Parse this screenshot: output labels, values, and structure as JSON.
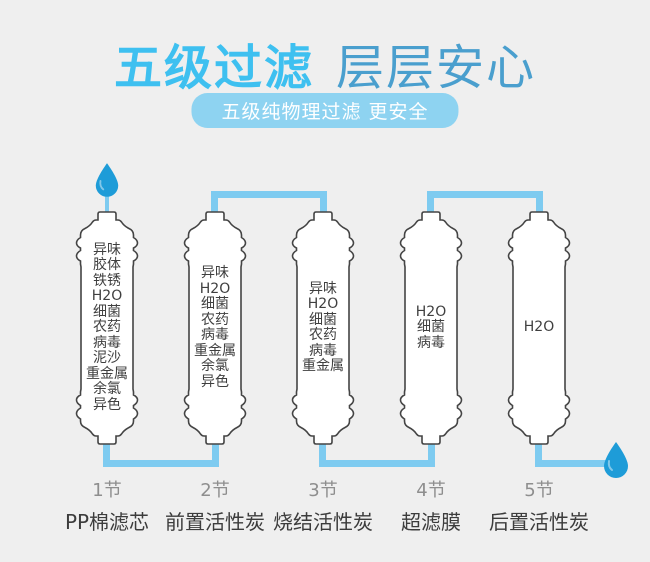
{
  "header": {
    "title_primary": "五级过滤",
    "title_secondary": "层层安心",
    "banner": "五级纯物理过滤 更安全"
  },
  "flow": {
    "inlet_icon": "water-drop-icon",
    "outlet_icon": "water-drop-icon",
    "direction": "inlet top-left, serpentine through 5 cartridges, outlet bottom-right"
  },
  "filters": [
    {
      "stage": "1节",
      "name": "PP棉滤芯",
      "removes": [
        "异味",
        "胶体",
        "铁锈",
        "H2O",
        "细菌",
        "农药",
        "病毒",
        "泥沙",
        "重金属",
        "余氯",
        "异色"
      ]
    },
    {
      "stage": "2节",
      "name": "前置活性炭",
      "removes": [
        "异味",
        "H2O",
        "细菌",
        "农药",
        "病毒",
        "重金属",
        "余氯",
        "异色"
      ]
    },
    {
      "stage": "3节",
      "name": "烧结活性炭",
      "removes": [
        "异味",
        "H2O",
        "细菌",
        "农药",
        "病毒",
        "重金属"
      ]
    },
    {
      "stage": "4节",
      "name": "超滤膜",
      "removes": [
        "H2O",
        "细菌",
        "病毒"
      ]
    },
    {
      "stage": "5节",
      "name": "后置活性炭",
      "removes": [
        "H2O"
      ]
    }
  ],
  "colors": {
    "background": "#efefef",
    "title_primary_blue": "#3ec0f0",
    "title_secondary_blue": "#4a9fce",
    "banner_bg": "#8ed3f1",
    "banner_text": "#ffffff",
    "pipe_blue": "#7ecbf0",
    "drop_blue": "#1e9cd8",
    "cartridge_outline": "#444444",
    "cartridge_fill": "#ffffff",
    "contaminant_text": "#3f3f3f",
    "stage_label_gray": "#8e8e8e",
    "filter_name_dark": "#3c3c3c"
  }
}
